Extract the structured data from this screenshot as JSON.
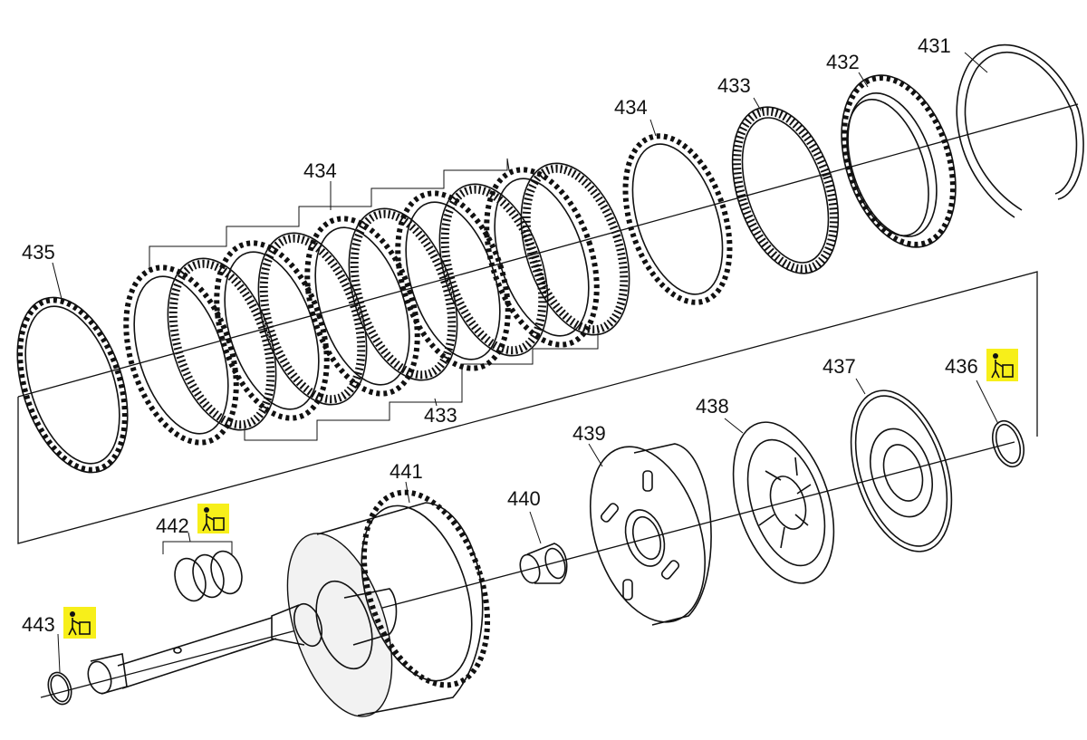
{
  "callouts": {
    "c431": "431",
    "c432": "432",
    "c433_top": "433",
    "c434_right": "434",
    "c434_group": "434",
    "c435": "435",
    "c433_group": "433",
    "c436": "436",
    "c437": "437",
    "c438": "438",
    "c439": "439",
    "c440": "440",
    "c441": "441",
    "c442": "442",
    "c443": "443"
  },
  "icons": {
    "discard": "discard-trash-icon",
    "discard_color": "#f7ef1a"
  }
}
